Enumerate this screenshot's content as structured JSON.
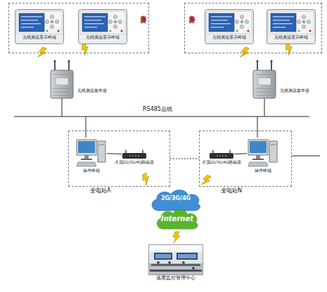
{
  "diagram": {
    "nodes": [
      {
        "text": [
          "电力开关柜"
        ]
      },
      {
        "text": [
          "无线测温显示终端"
        ],
        "in": 0
      },
      {
        "text": [
          "无线测温显示终端"
        ],
        "in": 0
      },
      {
        "text": [
          "电力开关柜"
        ]
      },
      {
        "text": [
          "无线测温显示终端"
        ],
        "in": 3
      },
      {
        "text": [
          "无线测温显示终端"
        ],
        "in": 3
      },
      {
        "text": [
          "无线测温集中器"
        ]
      },
      {
        "text": [
          "无线测温集中器"
        ]
      },
      {
        "text": [
          "变电站A"
        ]
      },
      {
        "text": [
          "操作终端"
        ],
        "in": 8
      },
      {
        "text": [
          "才茂2G/3G/4G路由器"
        ],
        "in": 8
      },
      {
        "text": [
          "变电站N"
        ]
      },
      {
        "text": [
          "才茂2G/3G/4G路由器"
        ],
        "in": 11
      },
      {
        "text": [
          "操作终端"
        ],
        "in": 11
      },
      {
        "text": [
          "2G/3G/4G"
        ]
      },
      {
        "text": [
          "Internet"
        ]
      },
      {
        "text": [
          "温度监控管理中心"
        ]
      }
    ],
    "edges": [
      {
        "from": 10,
        "to": 9,
        "arrow": "none"
      },
      {
        "from": 12,
        "to": 13,
        "arrow": "none"
      },
      {
        "from": 8,
        "to": 11,
        "arrow": "none"
      }
    ],
    "labels": [
      "RS485总线"
    ]
  }
}
